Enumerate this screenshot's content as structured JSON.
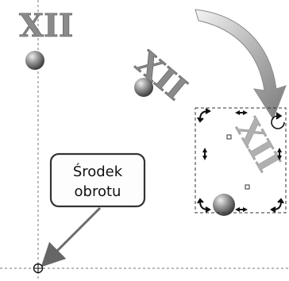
{
  "numerals": {
    "original": "XII",
    "rotated_mid": "XII",
    "rotated_final": "XII"
  },
  "callout": {
    "line1": "Środek",
    "line2": "obrotu"
  },
  "icons": {
    "rotation_arrow": "curved-arrow-icon",
    "rotate_handle": "rotate-handle-icon",
    "pivot": "crosshair-pivot-icon"
  },
  "colors": {
    "sphere_light": "#e4e4e4",
    "sphere_dark": "#4a4a4a",
    "guide_line": "#555555",
    "arrow_fill": "#9a9a9a"
  }
}
